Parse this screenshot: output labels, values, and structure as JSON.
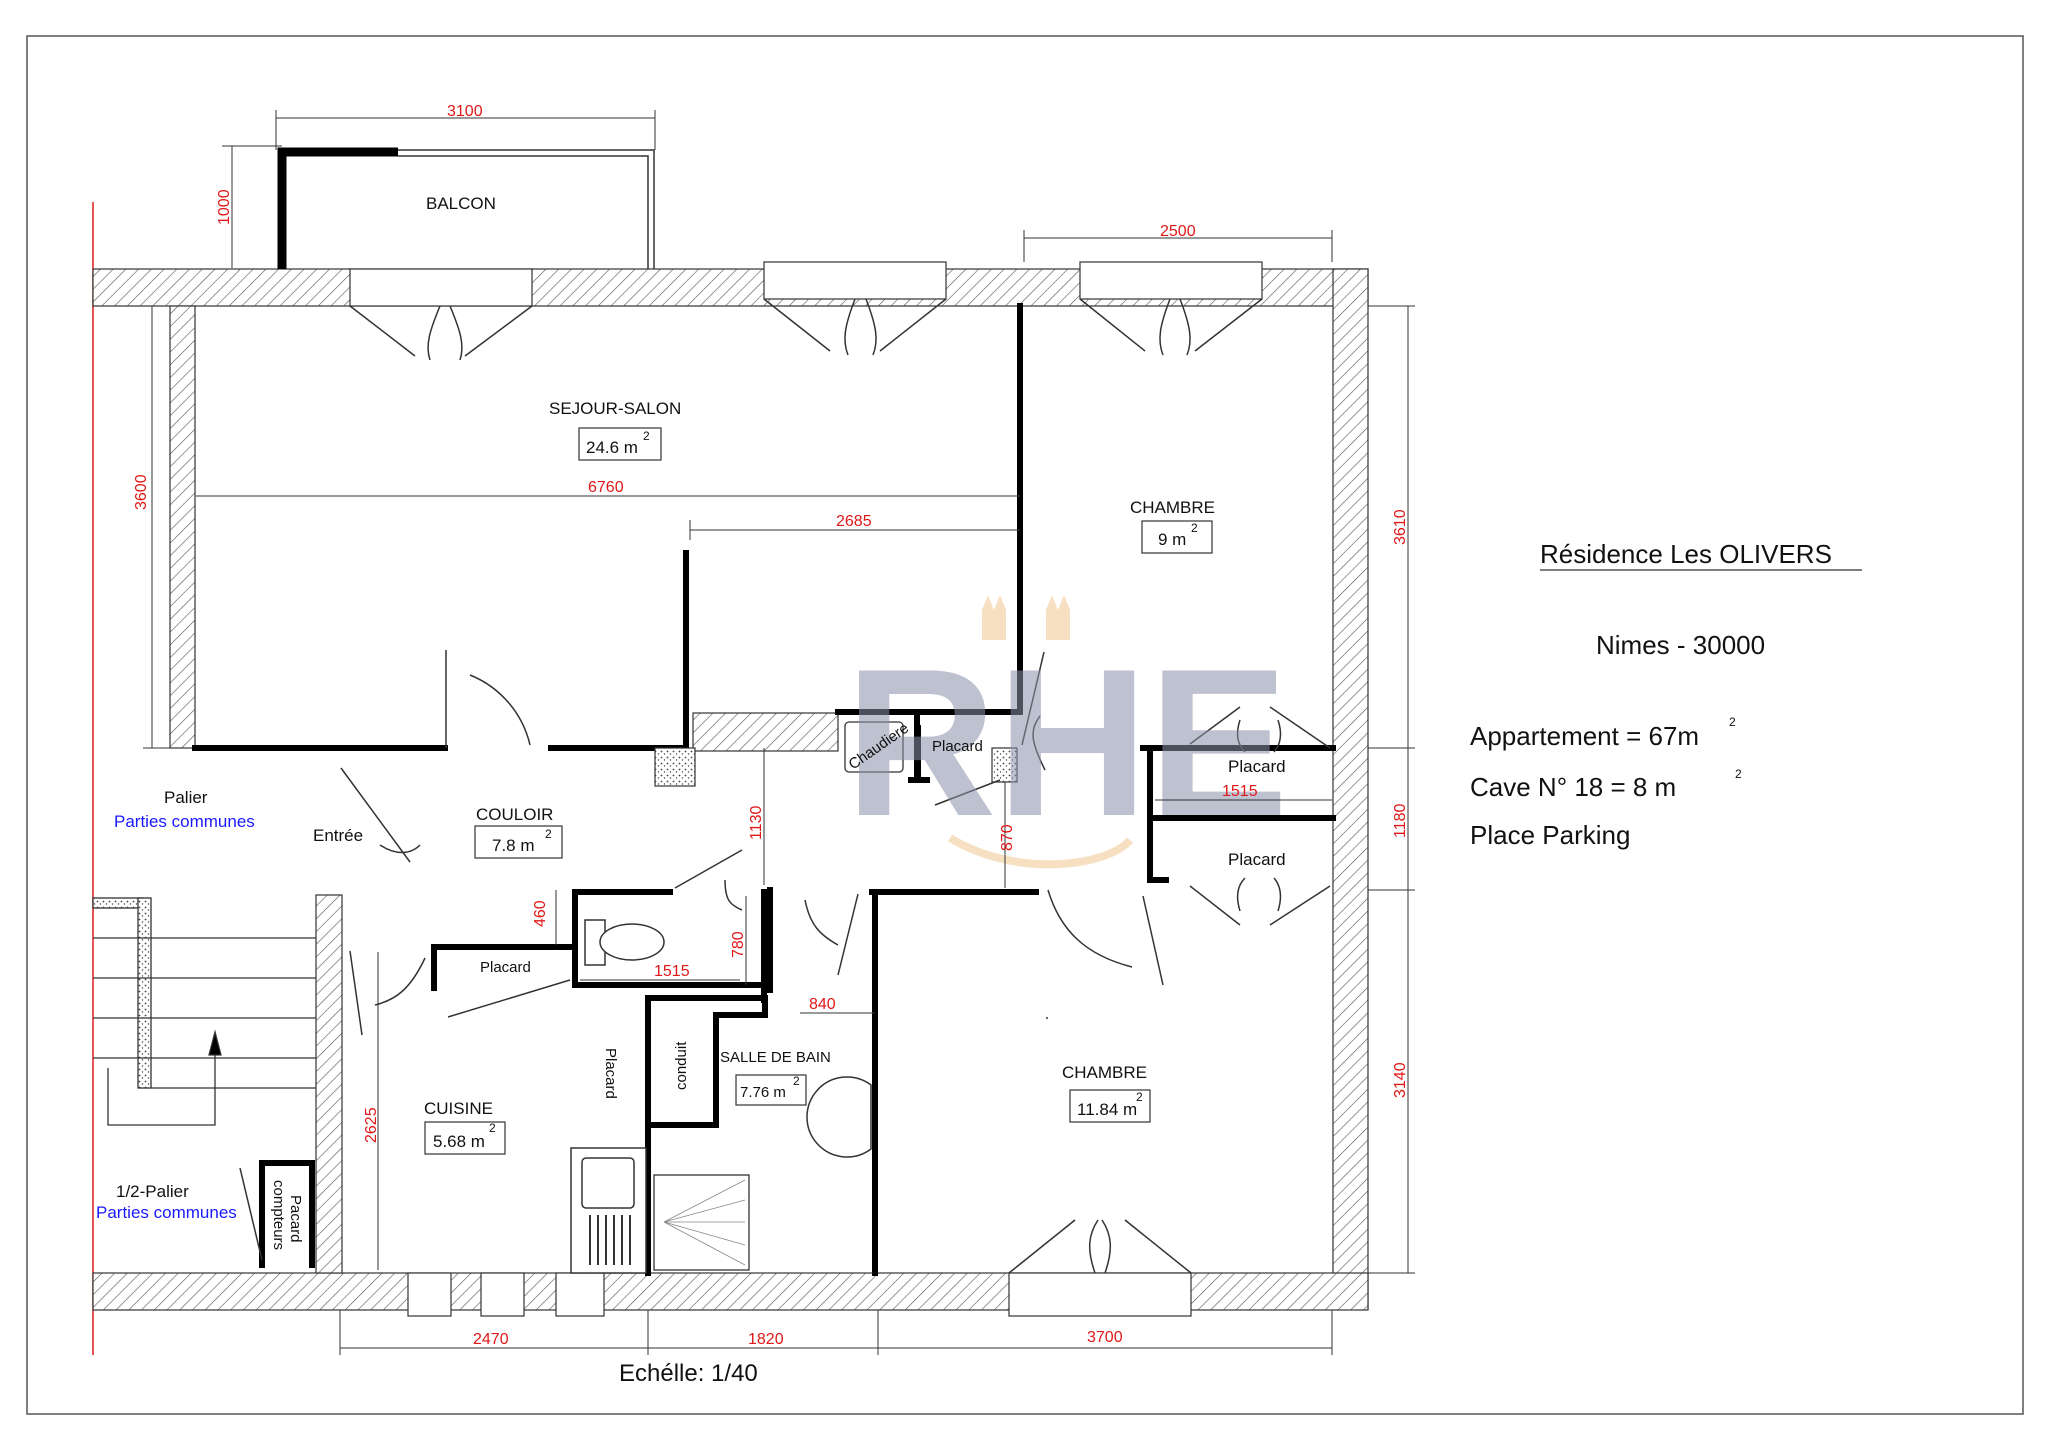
{
  "rooms": {
    "balcon": "BALCON",
    "sejour": "SEJOUR-SALON",
    "sejour_area": "24.6 m",
    "chambre1": "CHAMBRE",
    "chambre1_area": "9 m",
    "couloir": "COULOIR",
    "couloir_area": "7.8 m",
    "cuisine": "CUISINE",
    "cuisine_area": "5.68 m",
    "sdb": "SALLE DE BAIN",
    "sdb_area": "7.76 m",
    "chambre2": "CHAMBRE",
    "chambre2_area": "11.84 m",
    "area_sup": "2",
    "placard_a": "Placard",
    "placard_b": "Placard",
    "placard_c": "Placard",
    "placard_d": "Placard",
    "placard_e": "Placard",
    "conduit": "conduit",
    "chaudiere": "Chaudiere",
    "pacard_compteurs_1": "Pacard",
    "pacard_compteurs_2": "compteurs",
    "entree": "Entrée",
    "palier": "Palier",
    "palier_sub": "Parties communes",
    "demi_palier": "1/2-Palier",
    "demi_palier_sub": "Parties communes"
  },
  "dimensions": {
    "d3100": "3100",
    "d1000": "1000",
    "d2500": "2500",
    "d3600": "3600",
    "d6760": "6760",
    "d2685": "2685",
    "d3610": "3610",
    "d1130": "1130",
    "d1515a": "1515",
    "d870": "870",
    "d1180": "1180",
    "d460": "460",
    "d780": "780",
    "d1515b": "1515",
    "d840": "840",
    "d2625": "2625",
    "d3140": "3140",
    "d2470": "2470",
    "d1820": "1820",
    "d3700": "3700"
  },
  "info": {
    "residence": "Résidence Les OLIVERS",
    "city": "Nimes -  30000",
    "appartement": "Appartement =   67m",
    "cave": "Cave N° 18    =    8 m",
    "parking": "Place Parking",
    "sup": "2"
  },
  "scale": "Echélle: 1/40",
  "watermark": "RHE",
  "colors": {
    "wall": "#000000",
    "dimension": "#e01818",
    "common": "#1a1aff",
    "watermark": "#8a90a8",
    "watermark_accent": "#f0c890"
  }
}
